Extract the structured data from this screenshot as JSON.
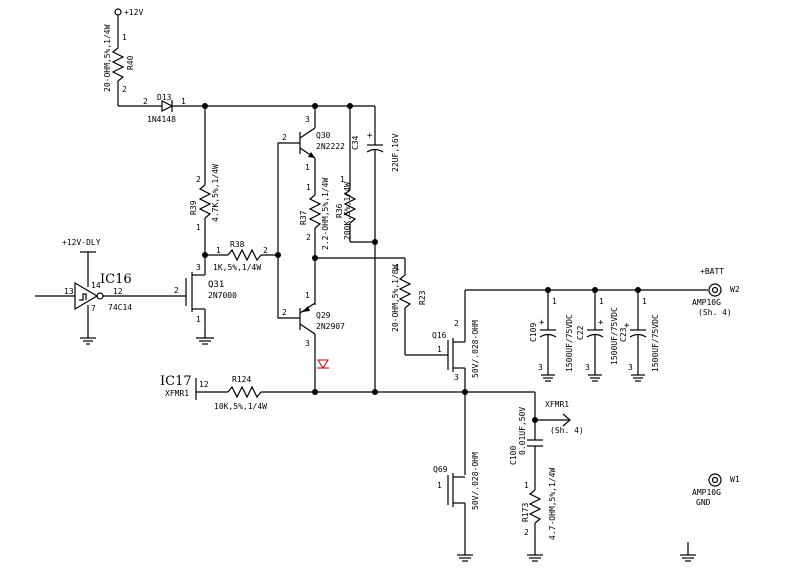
{
  "power": {
    "vcc": "+12V",
    "dly": "+12V-DLY"
  },
  "resistors": {
    "r40": {
      "ref": "R40",
      "value": "20-OHM,5%,1/4W"
    },
    "r39": {
      "ref": "R39",
      "value": "4.7K,5%,1/4W"
    },
    "r38": {
      "ref": "R38",
      "value": "1K,5%,1/4W"
    },
    "r37": {
      "ref": "R37",
      "value": "2.2-OHM,5%,1/4W"
    },
    "r36": {
      "ref": "R36",
      "value": "200K,5%,1/4W"
    },
    "r23": {
      "ref": "R23",
      "value": "20-OHM,5%,1/8W"
    },
    "r124": {
      "ref": "R124",
      "value": "10K,5%,1/4W"
    },
    "r173": {
      "ref": "R173",
      "value": "4.7-OHM,5%,1/4W"
    }
  },
  "diode": {
    "ref": "D13",
    "value": "1N4148"
  },
  "transistors": {
    "q30": {
      "ref": "Q30",
      "value": "2N2222"
    },
    "q29": {
      "ref": "Q29",
      "value": "2N2907"
    },
    "q31": {
      "ref": "Q31",
      "value": "2N7000"
    },
    "q16": {
      "ref": "Q16",
      "value": "50V/.028-OHM"
    },
    "q69": {
      "ref": "Q69",
      "value": "50V/.028-OHM"
    }
  },
  "caps": {
    "c34": {
      "ref": "C34",
      "value": "22UF,16V"
    },
    "c109": {
      "ref": "C109",
      "value": "1500UF/75VDC"
    },
    "c22": {
      "ref": "C22",
      "value": "1500UF/75VDC"
    },
    "c23": {
      "ref": "C23",
      "value": "1500UF/75VDC"
    },
    "c100": {
      "ref": "C100",
      "value": "0.01UF,50V"
    }
  },
  "ic16": {
    "ref": "IC16",
    "part": "74C14"
  },
  "ic17": {
    "ref": "IC17",
    "net": "XFMR1"
  },
  "xfmr": {
    "net": "XFMR1",
    "sheet": "(Sh. 4)"
  },
  "w2": {
    "net": "+BATT",
    "part": "AMP10G",
    "sheet": "(Sh. 4)",
    "ref": "W2"
  },
  "w1": {
    "part": "AMP10G",
    "net": "GND",
    "ref": "W1"
  },
  "pins": {
    "p1": "1",
    "p2": "2",
    "p3": "3",
    "p7": "7",
    "p12": "12",
    "p13": "13",
    "p14": "14"
  },
  "plus": "+",
  "diode_symbol": "▷|",
  "colors": {
    "wire": "#000000",
    "led": "#cc0000"
  }
}
